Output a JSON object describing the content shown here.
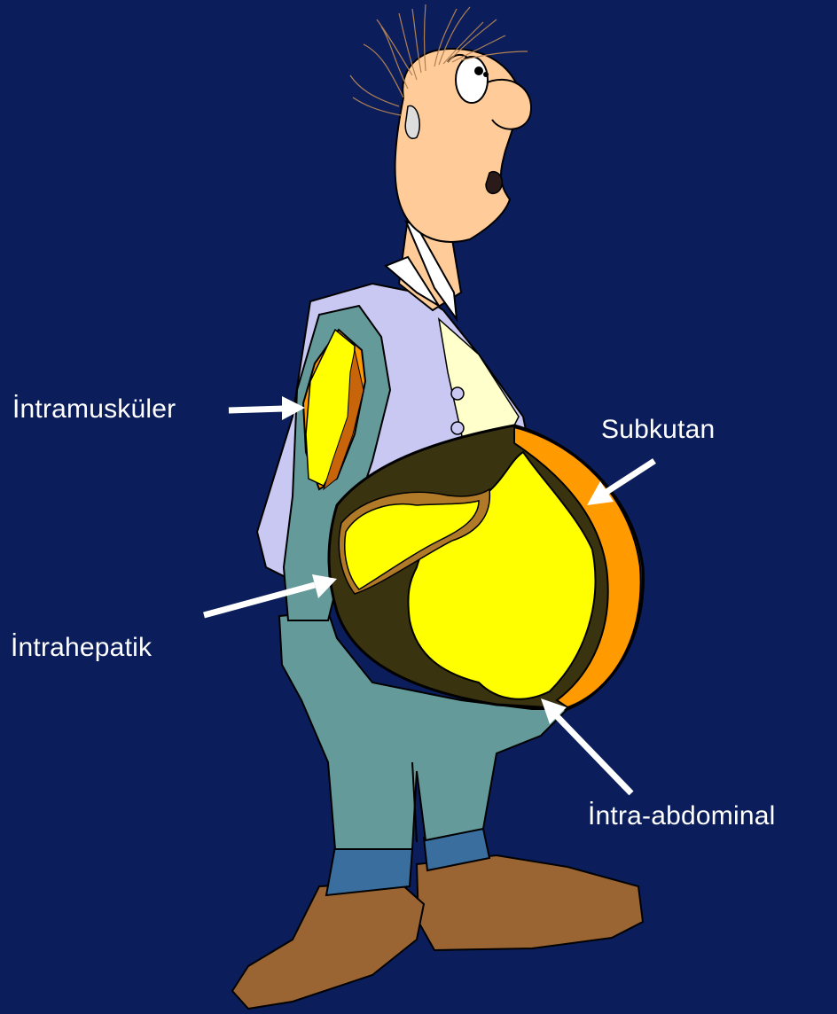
{
  "labels": {
    "intramuscular": "İntramusküler",
    "subcutaneous": "Subkutan",
    "intrahepatic": "İntrahepatik",
    "intra_abdominal": "İntra-abdominal"
  },
  "colors": {
    "background": "#0b1e5b",
    "subcutaneous_fat": "#ff9a00",
    "visceral_fat": "#ffff00",
    "liver": "#b07a28",
    "muscle_fat": "#ff9a00",
    "skin": "#ffcc99",
    "shirt": "#c9c8f2",
    "pants": "#659a9a",
    "shoes": "#9a6433",
    "arrow": "#ffffff"
  },
  "icons": [
    "cartoon-man-illustration",
    "arrow-icon"
  ]
}
